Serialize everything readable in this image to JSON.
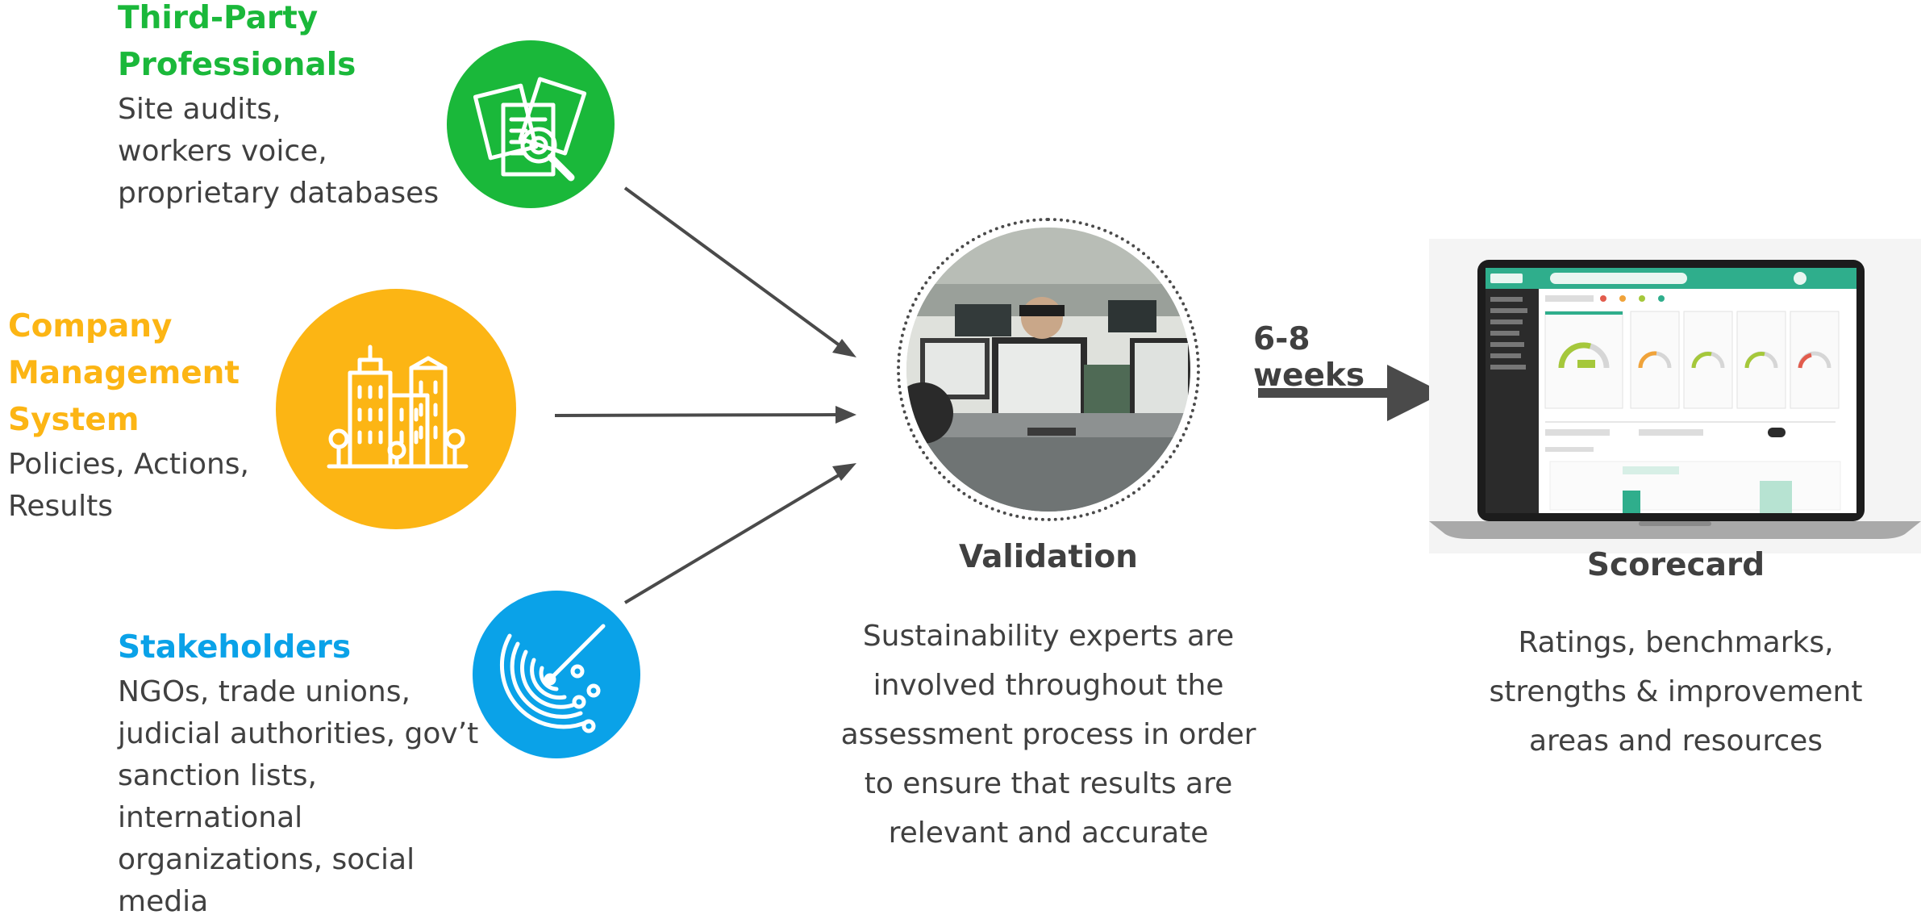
{
  "sources": [
    {
      "title": "Third-Party Professionals",
      "title_lines": [
        "Third-Party",
        "Professionals"
      ],
      "color": "#1ab83a",
      "icon": "documents-magnifier-icon",
      "lines": [
        "Site audits,",
        "workers voice,",
        "proprietary databases"
      ]
    },
    {
      "title": "Company Management System",
      "title_lines": [
        "Company",
        "Management",
        "System"
      ],
      "color": "#fcb514",
      "icon": "city-buildings-icon",
      "lines": [
        "Policies, Actions,",
        "Results"
      ]
    },
    {
      "title": "Stakeholders",
      "title_lines": [
        "Stakeholders"
      ],
      "color": "#0aa2e8",
      "icon": "radar-icon",
      "lines": [
        "NGOs, trade unions,",
        "judicial authorities, gov’t",
        "sanction lists, international",
        "organizations, social media"
      ]
    }
  ],
  "validation": {
    "photo": "office-workers-photo",
    "title": "Validation",
    "lines": [
      "Sustainability experts are",
      "involved throughout the",
      "assessment process in order",
      "to ensure that results are",
      "relevant and accurate"
    ]
  },
  "timeline": {
    "label": "6-8 weeks"
  },
  "scorecard": {
    "image": "laptop-scorecard-screenshot",
    "title": "Scorecard",
    "lines": [
      "Ratings, benchmarks,",
      "strengths & improvement",
      "areas and resources"
    ]
  },
  "colors": {
    "text": "#404040",
    "arrow": "#4a4a4a",
    "dashboard_green": "#2fae8c"
  }
}
